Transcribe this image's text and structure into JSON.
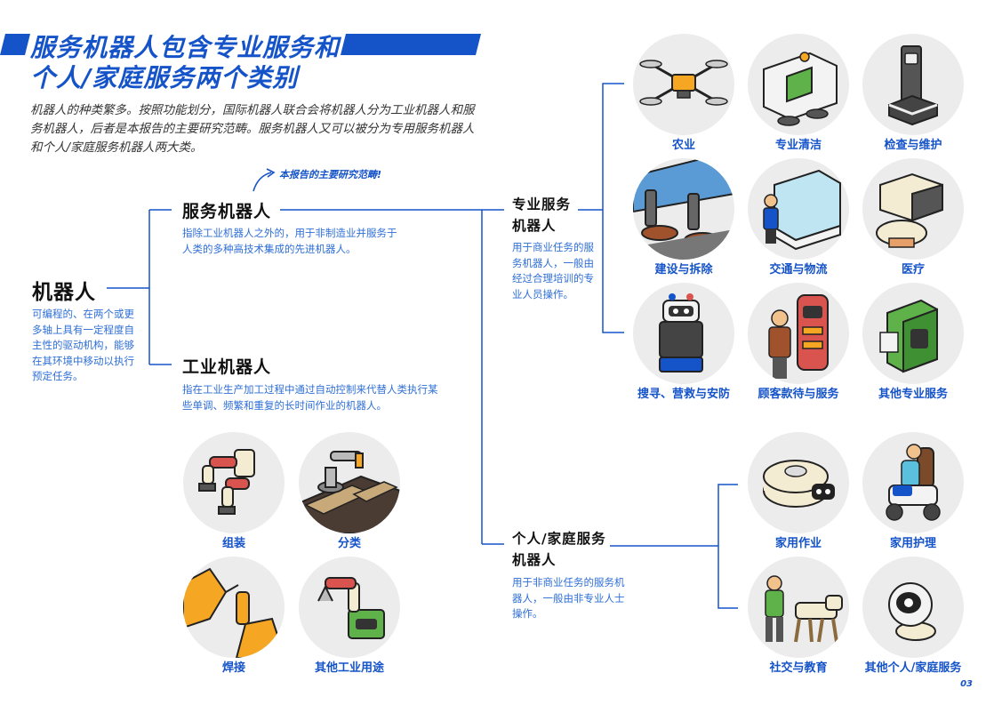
{
  "title": {
    "line1": "服务机器人包含专业服务和",
    "line2": "个人/家庭服务两个类别"
  },
  "intro": "机器人的种类繁多。按照功能划分，国际机器人联合会将机器人分为工业机器人和服务机器人，后者是本报告的主要研究范畴。服务机器人又可以被分为专用服务机器人和个人/家庭服务机器人两大类。",
  "annotation": "本报告的主要研究范畴!",
  "root": {
    "title": "机器人",
    "desc": "可编程的、在两个或更多轴上具有一定程度自主性的驱动机构，能够在其环境中移动以执行预定任务。"
  },
  "service": {
    "title": "服务机器人",
    "desc": "指除工业机器人之外的，用于非制造业并服务于人类的多种高技术集成的先进机器人。"
  },
  "industrial": {
    "title": "工业机器人",
    "desc": "指在工业生产加工过程中通过自动控制来代替人类执行某些单调、频繁和重复的长时间作业的机器人。",
    "items": [
      {
        "label": "组装",
        "icon": "assembly-robot-icon"
      },
      {
        "label": "分类",
        "icon": "sorting-robot-icon"
      },
      {
        "label": "焊接",
        "icon": "welding-robot-icon"
      },
      {
        "label": "其他工业用途",
        "icon": "other-industrial-robot-icon"
      }
    ]
  },
  "professional": {
    "title": "专业服务机器人",
    "desc": "用于商业任务的服务机器人，一般由经过合理培训的专业人员操作。",
    "items": [
      {
        "label": "农业",
        "icon": "drone-icon"
      },
      {
        "label": "专业清洁",
        "icon": "cleaning-vehicle-icon"
      },
      {
        "label": "检查与维护",
        "icon": "inspection-robot-icon"
      },
      {
        "label": "建设与拆除",
        "icon": "construction-robot-icon"
      },
      {
        "label": "交通与物流",
        "icon": "logistics-robot-icon"
      },
      {
        "label": "医疗",
        "icon": "medical-robot-icon"
      },
      {
        "label": "搜寻、营救与安防",
        "icon": "security-robot-icon"
      },
      {
        "label": "顾客款待与服务",
        "icon": "hospitality-robot-icon"
      },
      {
        "label": "其他专业服务",
        "icon": "other-professional-robot-icon"
      }
    ]
  },
  "personal": {
    "title": "个人/家庭服务机器人",
    "desc": "用于非商业任务的服务机器人，一般由非专业人士操作。",
    "items": [
      {
        "label": "家用作业",
        "icon": "robot-vacuum-icon"
      },
      {
        "label": "家用护理",
        "icon": "care-wheelchair-icon"
      },
      {
        "label": "社交与教育",
        "icon": "robot-dog-icon"
      },
      {
        "label": "其他个人/家庭服务",
        "icon": "companion-robot-icon"
      }
    ]
  },
  "page_number": "03",
  "colors": {
    "accent": "#1553c8",
    "desc_text": "#2f6fd6",
    "circle_bg": "#ececec",
    "robot_yellow": "#f5a623",
    "robot_green": "#5fb24a"
  }
}
